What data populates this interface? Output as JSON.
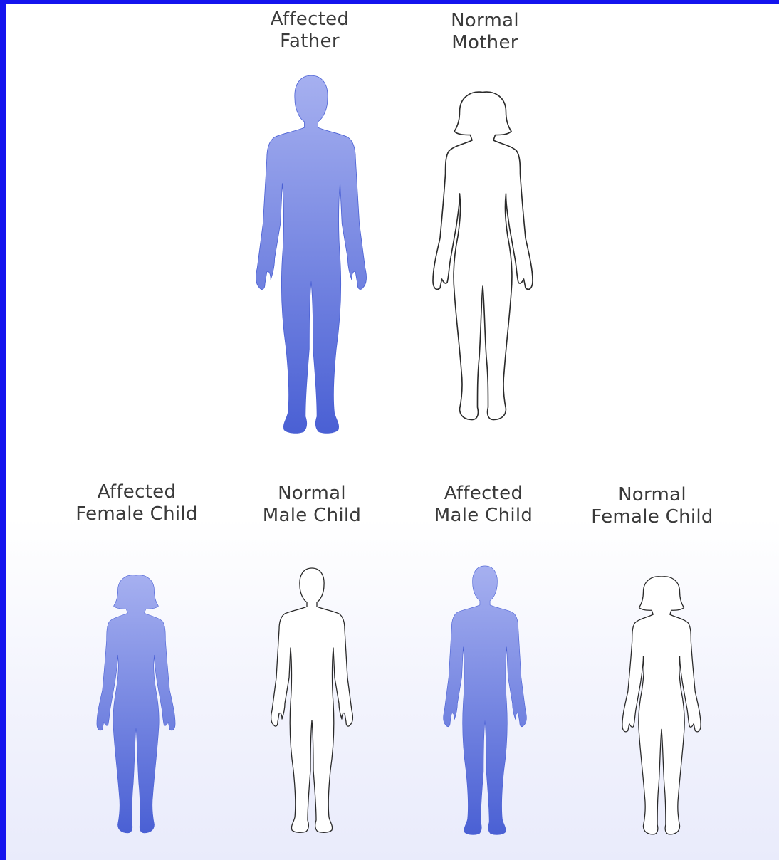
{
  "colors": {
    "affected_top": "#a6b0f0",
    "affected_bottom": "#4a60d4",
    "normal_fill": "#ffffff",
    "outline": "#2a2a2a",
    "frame": "#1414ee"
  },
  "figures": [
    {
      "id": "father",
      "line1": "Affected",
      "line2": "Father",
      "status": "affected",
      "sex": "male",
      "generation": "parent"
    },
    {
      "id": "mother",
      "line1": "Normal",
      "line2": "Mother",
      "status": "normal",
      "sex": "female",
      "generation": "parent"
    },
    {
      "id": "child1",
      "line1": "Affected",
      "line2": "Female Child",
      "status": "affected",
      "sex": "female",
      "generation": "child"
    },
    {
      "id": "child2",
      "line1": "Normal",
      "line2": "Male Child",
      "status": "normal",
      "sex": "male",
      "generation": "child"
    },
    {
      "id": "child3",
      "line1": "Affected",
      "line2": "Male Child",
      "status": "affected",
      "sex": "male",
      "generation": "child"
    },
    {
      "id": "child4",
      "line1": "Normal",
      "line2": "Female Child",
      "status": "normal",
      "sex": "female",
      "generation": "child"
    }
  ]
}
